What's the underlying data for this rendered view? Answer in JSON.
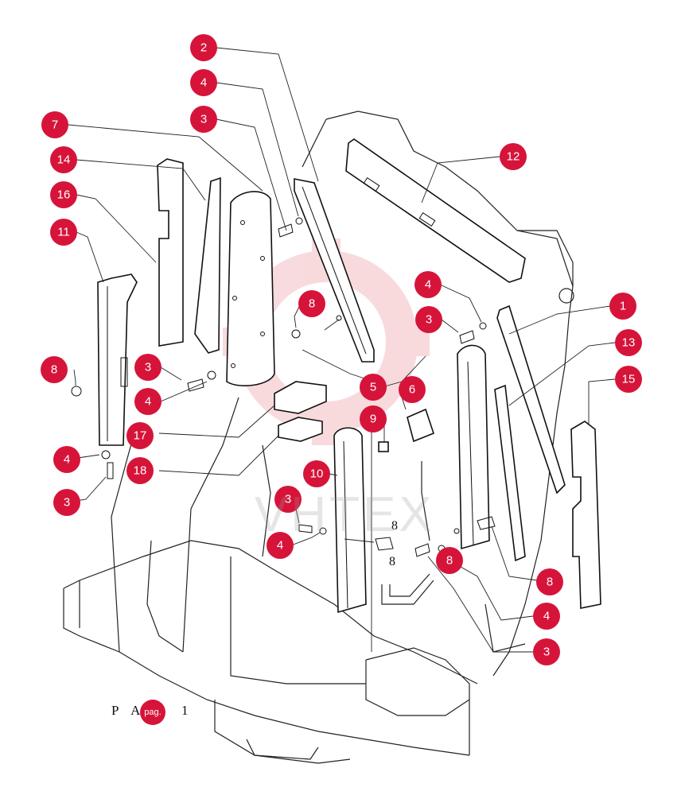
{
  "watermark": "VHTEX",
  "page_reference": {
    "prefix": "P A",
    "badge": "pag.",
    "number": "1"
  },
  "stray_labels": [
    "8",
    "8"
  ],
  "callouts": [
    {
      "id": "c1",
      "label": "2"
    },
    {
      "id": "c2",
      "label": "4"
    },
    {
      "id": "c3",
      "label": "7"
    },
    {
      "id": "c4",
      "label": "3"
    },
    {
      "id": "c5",
      "label": "12"
    },
    {
      "id": "c6",
      "label": "14"
    },
    {
      "id": "c7",
      "label": "16"
    },
    {
      "id": "c8",
      "label": "11"
    },
    {
      "id": "c9",
      "label": "8"
    },
    {
      "id": "c10",
      "label": "4"
    },
    {
      "id": "c11",
      "label": "1"
    },
    {
      "id": "c12",
      "label": "3"
    },
    {
      "id": "c13",
      "label": "13"
    },
    {
      "id": "c14",
      "label": "8"
    },
    {
      "id": "c15",
      "label": "3"
    },
    {
      "id": "c16",
      "label": "15"
    },
    {
      "id": "c17",
      "label": "5"
    },
    {
      "id": "c18",
      "label": "6"
    },
    {
      "id": "c19",
      "label": "4"
    },
    {
      "id": "c20",
      "label": "9"
    },
    {
      "id": "c21",
      "label": "17"
    },
    {
      "id": "c22",
      "label": "4"
    },
    {
      "id": "c23",
      "label": "18"
    },
    {
      "id": "c24",
      "label": "10"
    },
    {
      "id": "c25",
      "label": "3"
    },
    {
      "id": "c26",
      "label": "3"
    },
    {
      "id": "c27",
      "label": "4"
    },
    {
      "id": "c28",
      "label": "8"
    },
    {
      "id": "c29",
      "label": "8"
    },
    {
      "id": "c30",
      "label": "4"
    },
    {
      "id": "c31",
      "label": "3"
    }
  ]
}
